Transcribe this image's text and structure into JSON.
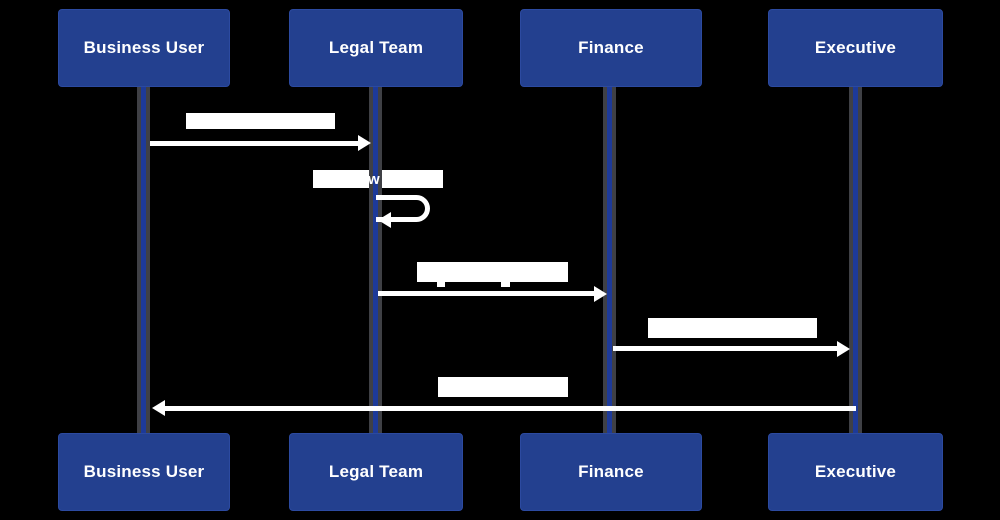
{
  "diagram": {
    "kind": "sequence-diagram",
    "background_color": "#000000",
    "colors": {
      "actor_box": "#23408f",
      "actor_border": "#2c4aa0",
      "actor_text": "#ffffff",
      "lifeline_outer": "#3f4045",
      "lifeline_inner": "#1d3a99",
      "message": "#ffffff",
      "message_label_background": "#ffffff"
    },
    "actors": [
      {
        "name": "Business User"
      },
      {
        "name": "Legal Team"
      },
      {
        "name": "Finance"
      },
      {
        "name": "Executive"
      }
    ],
    "messages": [
      {
        "from": "Business User",
        "to": "Legal Team",
        "direction": "right",
        "label_text": "",
        "label_legibility": "white text on white box (illegible)"
      },
      {
        "from": "Legal Team",
        "to": "Legal Team",
        "direction": "self",
        "label_text": "",
        "visible_fragment": "w",
        "label_legibility": "white text on white box (only letter over lifeline visible)"
      },
      {
        "from": "Legal Team",
        "to": "Finance",
        "direction": "right",
        "label_text": "",
        "label_legibility": "white text on white box (illegible, descenders visible below box)"
      },
      {
        "from": "Finance",
        "to": "Executive",
        "direction": "right",
        "label_text": "",
        "label_legibility": "white text on white box (illegible)"
      },
      {
        "from": "Executive",
        "to": "Business User",
        "direction": "left",
        "label_text": "",
        "label_legibility": "white text on white box (illegible)"
      }
    ]
  }
}
